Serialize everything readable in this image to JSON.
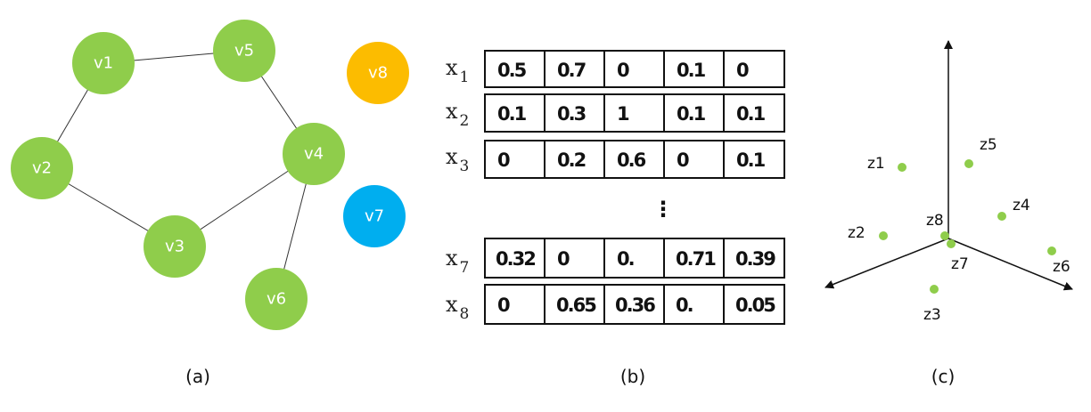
{
  "graph": {
    "colors": {
      "connected": "#8fcd4b",
      "v8": "#fcbc00",
      "v7": "#00aeef",
      "edge": "#333333"
    },
    "nodes": [
      {
        "id": "v1",
        "label": "v1",
        "color": "connected"
      },
      {
        "id": "v5",
        "label": "v5",
        "color": "connected"
      },
      {
        "id": "v8",
        "label": "v8",
        "color": "v8"
      },
      {
        "id": "v2",
        "label": "v2",
        "color": "connected"
      },
      {
        "id": "v4",
        "label": "v4",
        "color": "connected"
      },
      {
        "id": "v7",
        "label": "v7",
        "color": "v7"
      },
      {
        "id": "v3",
        "label": "v3",
        "color": "connected"
      },
      {
        "id": "v6",
        "label": "v6",
        "color": "connected"
      }
    ],
    "edges": [
      [
        "v1",
        "v5"
      ],
      [
        "v1",
        "v2"
      ],
      [
        "v5",
        "v4"
      ],
      [
        "v2",
        "v3"
      ],
      [
        "v3",
        "v4"
      ],
      [
        "v4",
        "v6"
      ]
    ],
    "caption": "(a)"
  },
  "matrix": {
    "rows": [
      {
        "label": "x",
        "sub": "1",
        "cells": [
          "0.5",
          "0.7",
          "0",
          "0.1",
          "0"
        ]
      },
      {
        "label": "x",
        "sub": "2",
        "cells": [
          "0.1",
          "0.3",
          "1",
          "0.1",
          "0.1"
        ]
      },
      {
        "label": "x",
        "sub": "3",
        "cells": [
          "0",
          "0.2",
          "0.6",
          "0",
          "0.1"
        ]
      },
      {
        "label": "x",
        "sub": "7",
        "cells": [
          "0.32",
          "0",
          "0.",
          "0.71",
          "0.39"
        ]
      },
      {
        "label": "x",
        "sub": "8",
        "cells": [
          "0",
          "0.65",
          "0.36",
          "0.",
          "0.05"
        ]
      }
    ],
    "ellipsis": "⋮",
    "caption": "(b)"
  },
  "embedding": {
    "point_color": "#8fcd4b",
    "points": [
      {
        "id": "z1",
        "label": "z1"
      },
      {
        "id": "z5",
        "label": "z5"
      },
      {
        "id": "z4",
        "label": "z4"
      },
      {
        "id": "z8",
        "label": "z8"
      },
      {
        "id": "z2",
        "label": "z2"
      },
      {
        "id": "z7",
        "label": "z7"
      },
      {
        "id": "z6",
        "label": "z6"
      },
      {
        "id": "z3",
        "label": "z3"
      }
    ],
    "caption": "(c)"
  }
}
